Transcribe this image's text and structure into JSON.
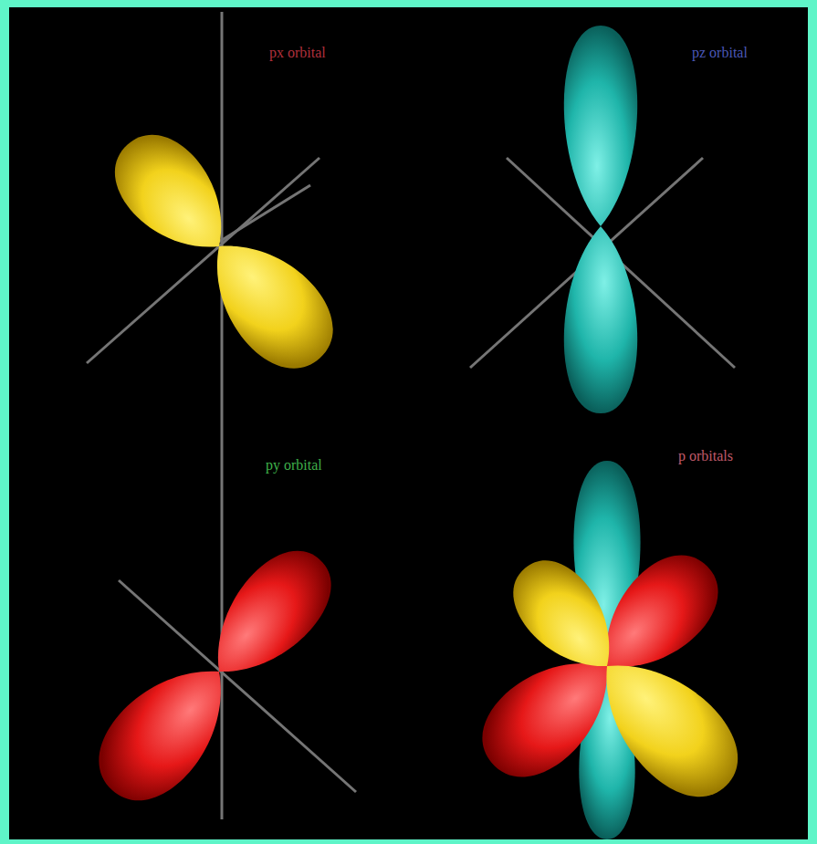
{
  "diagram": {
    "labels": [
      "px orbital",
      "pz orbital",
      "py orbital",
      "p orbitals"
    ]
  }
}
